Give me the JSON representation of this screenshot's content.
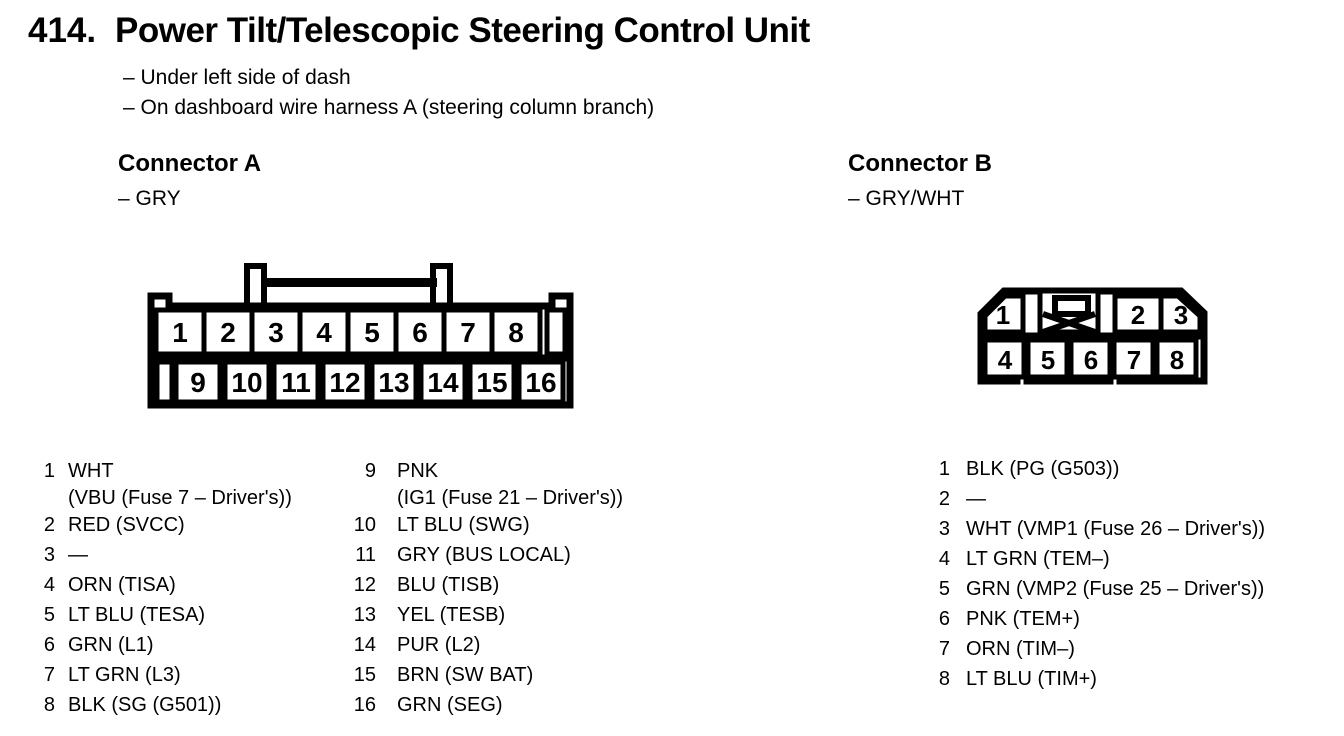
{
  "page": {
    "section_number": "414.",
    "title": "Power Tilt/Telescopic Steering Control Unit",
    "location_notes": [
      "– Under left side of dash",
      "– On dashboard wire harness A (steering column branch)"
    ]
  },
  "colors": {
    "ink": "#000000",
    "paper": "#ffffff"
  },
  "connector_a": {
    "heading": "Connector A",
    "color_note": "– GRY",
    "diagram": {
      "top_row": [
        "1",
        "2",
        "3",
        "4",
        "5",
        "6",
        "7",
        "8"
      ],
      "bottom_row": [
        "9",
        "10",
        "11",
        "12",
        "13",
        "14",
        "15",
        "16"
      ]
    },
    "pins_left": [
      {
        "pin": "1",
        "desc": "WHT",
        "desc2": "(VBU (Fuse 7 – Driver's))"
      },
      {
        "pin": "2",
        "desc": "RED (SVCC)"
      },
      {
        "pin": "3",
        "desc": "—"
      },
      {
        "pin": "4",
        "desc": "ORN (TISA)"
      },
      {
        "pin": "5",
        "desc": "LT BLU (TESA)"
      },
      {
        "pin": "6",
        "desc": "GRN (L1)"
      },
      {
        "pin": "7",
        "desc": "LT GRN (L3)"
      },
      {
        "pin": "8",
        "desc": "BLK (SG (G501))"
      }
    ],
    "pins_right": [
      {
        "pin": "9",
        "desc": "PNK",
        "desc2": "(IG1 (Fuse 21 – Driver's))"
      },
      {
        "pin": "10",
        "desc": "LT BLU (SWG)"
      },
      {
        "pin": "11",
        "desc": "GRY (BUS LOCAL)"
      },
      {
        "pin": "12",
        "desc": "BLU (TISB)"
      },
      {
        "pin": "13",
        "desc": "YEL (TESB)"
      },
      {
        "pin": "14",
        "desc": "PUR (L2)"
      },
      {
        "pin": "15",
        "desc": "BRN (SW BAT)"
      },
      {
        "pin": "16",
        "desc": "GRN (SEG)"
      }
    ]
  },
  "connector_b": {
    "heading": "Connector B",
    "color_note": "– GRY/WHT",
    "diagram": {
      "top_row": [
        "1",
        "2",
        "3"
      ],
      "bottom_row": [
        "4",
        "5",
        "6",
        "7",
        "8"
      ]
    },
    "pins": [
      {
        "pin": "1",
        "desc": "BLK (PG (G503))"
      },
      {
        "pin": "2",
        "desc": "—"
      },
      {
        "pin": "3",
        "desc": "WHT (VMP1 (Fuse 26 – Driver's))"
      },
      {
        "pin": "4",
        "desc": "LT GRN (TEM–)"
      },
      {
        "pin": "5",
        "desc": "GRN (VMP2 (Fuse 25 – Driver's))"
      },
      {
        "pin": "6",
        "desc": "PNK (TEM+)"
      },
      {
        "pin": "7",
        "desc": "ORN (TIM–)"
      },
      {
        "pin": "8",
        "desc": "LT BLU (TIM+)"
      }
    ]
  }
}
